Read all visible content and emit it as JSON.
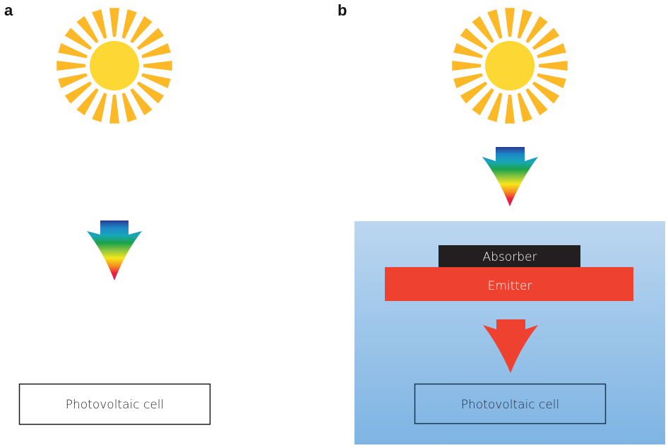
{
  "figure": {
    "panels": [
      {
        "label": "a",
        "components": {
          "sun": "sun-icon",
          "incoming_light": "solar-spectrum-arrow",
          "photovoltaic_cell": "Photovoltaic cell"
        }
      },
      {
        "label": "b",
        "components": {
          "sun": "sun-icon",
          "incoming_light": "solar-spectrum-arrow",
          "absorber": "Absorber",
          "emitter": "Emitter",
          "emitted_light": "thermal-emission-arrow",
          "photovoltaic_cell": "Photovoltaic cell"
        }
      }
    ]
  },
  "colors": {
    "sun_core": "#FDD835",
    "sun_ray_inner": "#FDB827",
    "sun_ray_outer": "#F9C74F",
    "absorber": "#231F20",
    "emitter": "#EF4130",
    "emission_arrow": "#EF4130",
    "panel_b_background_top": "#BBD6F0",
    "panel_b_background_bottom": "#7EB4E3",
    "cell_border": "#1A1A1A",
    "cell_border_b": "#1C3550",
    "text_dark": "#222222",
    "text_light": "#FFFFFF",
    "spectrum": [
      "#2B3A93",
      "#1E88C8",
      "#17A7B8",
      "#1BA24A",
      "#8DC63F",
      "#F5E71A",
      "#F7941D",
      "#E8233A",
      "#D6195F"
    ]
  }
}
